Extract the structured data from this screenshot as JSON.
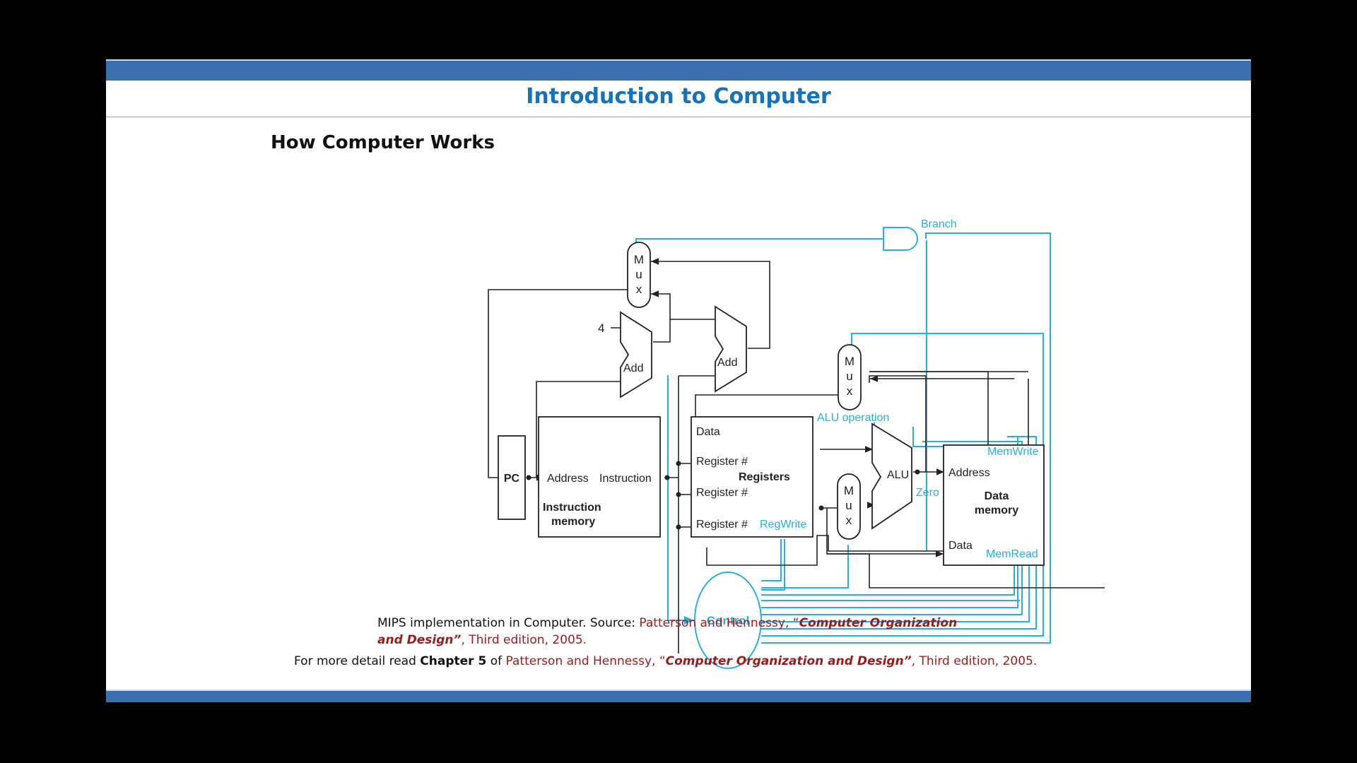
{
  "slide": {
    "title": "Introduction to Computer",
    "subtitle": "How Computer Works"
  },
  "diagram": {
    "labels": {
      "branch": "Branch",
      "mux_m": "M",
      "mux_u": "u",
      "mux_x": "x",
      "four": "4",
      "add": "Add",
      "pc": "PC",
      "address": "Address",
      "instruction": "Instruction",
      "instruction_memory_1": "Instruction",
      "instruction_memory_2": "memory",
      "data": "Data",
      "register_num": "Register #",
      "registers": "Registers",
      "regwrite": "RegWrite",
      "alu_operation": "ALU operation",
      "alu": "ALU",
      "zero": "Zero",
      "memwrite": "MemWrite",
      "data_memory_1": "Data",
      "data_memory_2": "memory",
      "memread": "MemRead",
      "control": "Control"
    },
    "colors": {
      "wire": "#222222",
      "control": "#29aee0",
      "title": "#1473b9",
      "reference": "#9a1b1b"
    }
  },
  "caption": {
    "prefix": "MIPS implementation in Computer. Source: ",
    "authors": "Patterson and Hennessy, “",
    "book": "Computer  Organization and Design”",
    "edition": ", Third edition, 2005."
  },
  "footer": {
    "prefix": "For more detail read ",
    "chapter": "Chapter 5",
    "of": " of ",
    "authors": "Patterson and Hennessy, “",
    "book": "Computer  Organization and Design”",
    "edition": ", Third edition, 2005."
  }
}
